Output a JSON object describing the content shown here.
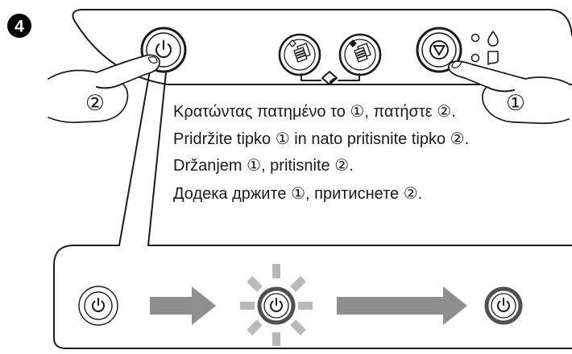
{
  "step": {
    "number": "4"
  },
  "hands": {
    "left_label": "②",
    "right_label": "①"
  },
  "instructions": [
    "Κρατώντας πατημένο το ①, πατήστε ②.",
    "Pridržite tipko ① in nato pritisnite tipko ②.",
    "Držanjem ①, pritisnite ②.",
    "Додека држите ①, притиснете ②."
  ],
  "icons": {
    "control_panel": [
      "power-icon",
      "copy-bw-icon",
      "copy-color-icon",
      "color-mode-icon",
      "stop-icon",
      "ink-drop-icon",
      "paper-icon"
    ],
    "sequence": [
      "power-icon",
      "arrow-right-icon",
      "power-icon",
      "arrow-right-icon",
      "power-icon"
    ]
  },
  "colors": {
    "outline": "#1a1a1a",
    "step_badge": "#000000",
    "arrow": "#8e8e8e",
    "light_rays": "#b9b9b9",
    "lit_ring": "#505050"
  }
}
